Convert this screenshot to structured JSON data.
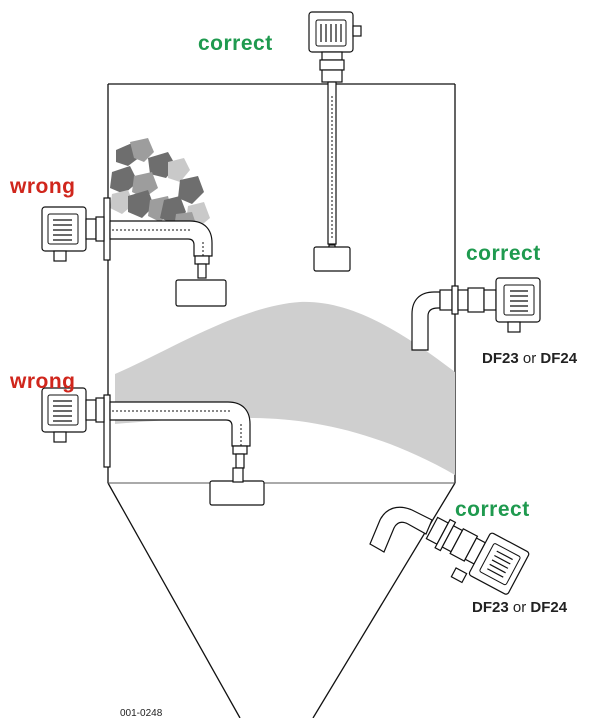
{
  "colors": {
    "correct": "#1f9a4f",
    "wrong": "#d0261c",
    "bulk_material": "#cfcfcf",
    "lumps_dark": "#6e6e6e",
    "lumps_mid": "#9d9d9d",
    "lumps_light": "#c9c9c9",
    "outline": "#111111"
  },
  "labels": {
    "top_correct": "correct",
    "right_correct": "correct",
    "bottom_right_correct": "correct",
    "upper_left_wrong": "wrong",
    "lower_left_wrong": "wrong"
  },
  "models": {
    "right": {
      "a": "DF23",
      "or": "or",
      "b": "DF24"
    },
    "bottom_right": {
      "a": "DF23",
      "or": "or",
      "b": "DF24"
    }
  },
  "figure_code": "001-0248"
}
